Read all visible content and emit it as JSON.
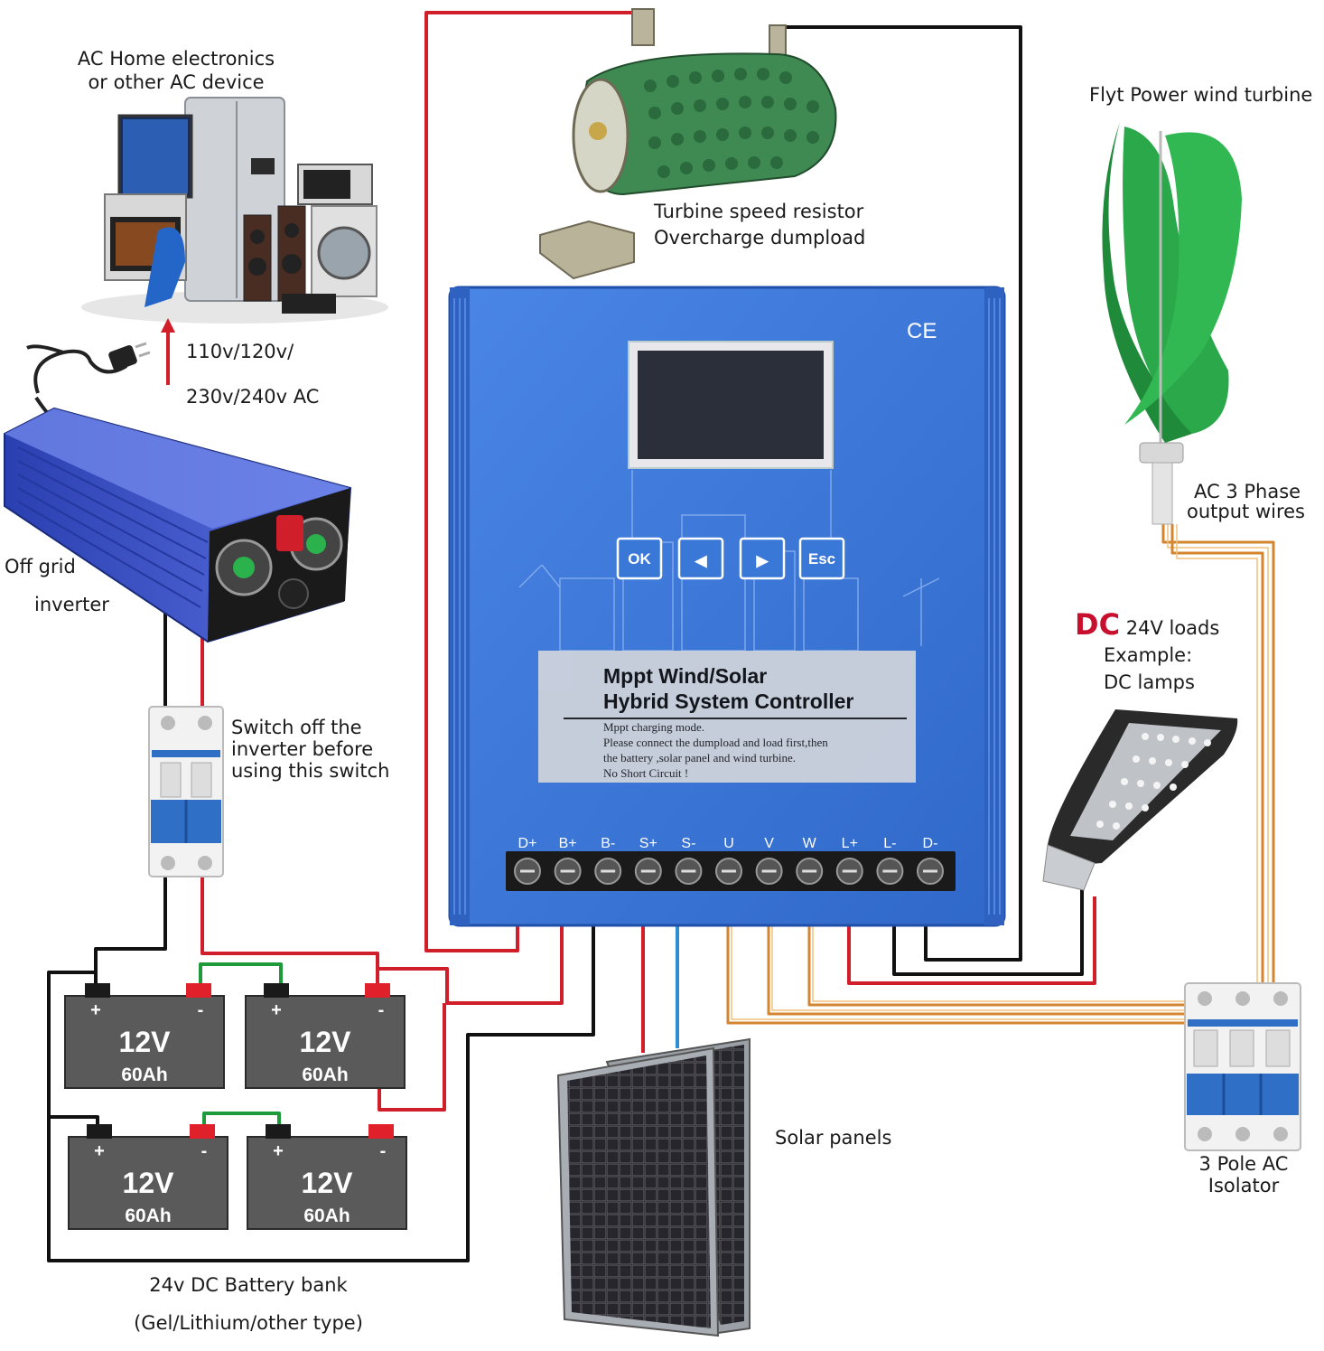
{
  "labels": {
    "ac_devices": [
      "AC Home electronics",
      "or other AC device"
    ],
    "ac_voltage": [
      "110v/120v/",
      "230v/240v AC"
    ],
    "inverter": [
      "Off grid",
      "inverter"
    ],
    "switch_note": [
      "Switch off the",
      "inverter before",
      "using this switch"
    ],
    "resistor": [
      "Turbine speed resistor",
      "Overcharge dumpload"
    ],
    "wind_turbine": "Flyt Power wind turbine",
    "ac_phase": [
      "AC 3 Phase",
      "output wires"
    ],
    "dc_loads": {
      "big": "DC",
      "rest": " 24V loads",
      "line2": "Example:",
      "line3": "DC lamps"
    },
    "solar_panels": "Solar panels",
    "isolator": [
      "3 Pole AC",
      "Isolator"
    ],
    "battery_bank": [
      "24v DC Battery bank",
      "(Gel/Lithium/other type)"
    ]
  },
  "controller": {
    "ce_mark": "CE",
    "buttons": [
      "OK",
      "◀",
      "▶",
      "Esc"
    ],
    "title": [
      "Mppt Wind/Solar",
      "Hybrid System Controller"
    ],
    "notes": [
      "Mppt charging mode.",
      "Please connect the dumpload and load first,then",
      "the battery ,solar panel and wind turbine.",
      "No Short Circuit !"
    ],
    "terminals": [
      "D+",
      "B+",
      "B-",
      "S+",
      "S-",
      "U",
      "V",
      "W",
      "L+",
      "L-",
      "D-"
    ]
  },
  "batteries": [
    {
      "voltage": "12V",
      "capacity": "60Ah",
      "plus": "+",
      "minus": "-"
    },
    {
      "voltage": "12V",
      "capacity": "60Ah",
      "plus": "+",
      "minus": "-"
    },
    {
      "voltage": "12V",
      "capacity": "60Ah",
      "plus": "+",
      "minus": "-"
    },
    {
      "voltage": "12V",
      "capacity": "60Ah",
      "plus": "+",
      "minus": "-"
    }
  ],
  "colors": {
    "controller_blue": "#3a78d8",
    "wire_red": "#d01f2a",
    "wire_black": "#111111",
    "wire_green": "#1f9a3a",
    "wire_orange": "#d4852f",
    "wire_blue": "#2e8fd0",
    "battery": "#5a5a5a",
    "turbine_green": "#2aa84a",
    "resistor_green": "#3e8a52",
    "dc_red": "#c8102e"
  }
}
